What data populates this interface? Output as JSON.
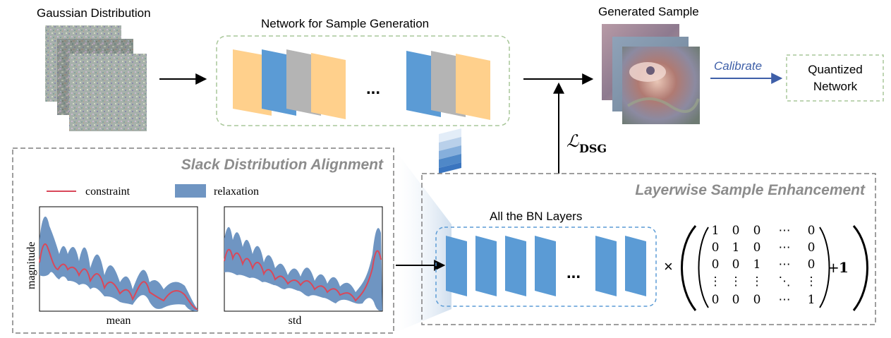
{
  "labels": {
    "gaussian": "Gaussian Distribution",
    "network": "Network for Sample Generation",
    "ellipsis": "...",
    "generated": "Generated Sample",
    "calibrate": "Calibrate",
    "quantized_1": "Quantized",
    "quantized_2": "Network",
    "loss_symbol": "ℒ",
    "loss_sub": "DSG",
    "sda_title": "Slack Distribution Alignment",
    "lse_title": "Layerwise Sample Enhancement",
    "bn_layers": "All the BN Layers",
    "legend_constraint": "constraint",
    "legend_relaxation": "relaxation",
    "ylabel": "magnitude",
    "xlabel_mean": "mean",
    "xlabel_std": "std",
    "times": "×",
    "plus_one_plus": "+",
    "plus_one_one": "1"
  },
  "matrix": [
    [
      "1",
      "0",
      "0",
      "⋯",
      "0"
    ],
    [
      "0",
      "1",
      "0",
      "⋯",
      "0"
    ],
    [
      "0",
      "0",
      "1",
      "⋯",
      "0"
    ],
    [
      "⋮",
      "⋮",
      "⋮",
      "⋱",
      "⋮"
    ],
    [
      "0",
      "0",
      "0",
      "⋯",
      "1"
    ]
  ],
  "colors": {
    "orange": "#FFD08C",
    "blue": "#5B9BD5",
    "gray": "#B4B4B4",
    "constraint": "#D9485A",
    "relaxation": "#6F95C2",
    "calibrate": "#3E5FA8",
    "box_green": "#A9C79A",
    "box_gray": "#7F7F7F"
  }
}
